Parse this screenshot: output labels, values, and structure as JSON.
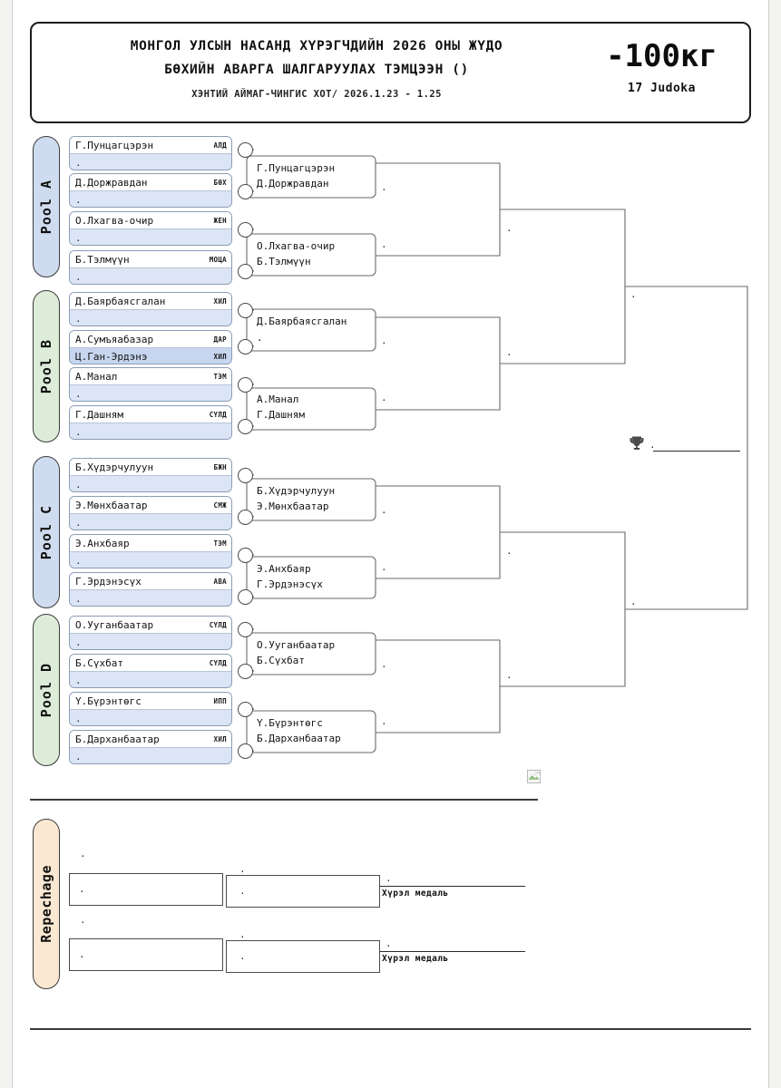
{
  "header": {
    "title_line1": "МОНГОЛ УЛСЫН НАСАНД ХҮРЭГЧДИЙН 2026 ОНЫ ЖҮДО",
    "title_line2": "БӨХИЙН АВАРГА ШАЛГАРУУЛАХ ТЭМЦЭЭН ()",
    "subtitle": "ХЭНТИЙ АЙМАГ-ЧИНГИС ХОТ/ 2026.1.23 - 1.25",
    "weight_class": "-100кг",
    "judoka_count": "17 Judoka"
  },
  "placeholder_dot": ".",
  "pools": [
    {
      "label": "Pool A",
      "color": "#cfdcf0",
      "slots": [
        {
          "name": "Г.Пунцагцэрэн",
          "tag": "АЛД",
          "result": "."
        },
        {
          "name": "Д.Доржравдан",
          "tag": "БӨХ",
          "result": "."
        },
        {
          "name": "О.Лхагва-очир",
          "tag": "ЖЕН",
          "result": "."
        },
        {
          "name": "Б.Тэлмүүн",
          "tag": "МОЦА",
          "result": "."
        }
      ]
    },
    {
      "label": "Pool B",
      "color": "#dcecd9",
      "slots": [
        {
          "name": "Д.Баярбаясгалан",
          "tag": "ХИЛ",
          "result": "."
        },
        {
          "name": "А.Сумъяабазар",
          "tag": "ДАР",
          "name2": "Ц.Ган-Эрдэнэ",
          "tag2": "ХИЛ"
        },
        {
          "name": "А.Манал",
          "tag": "ТЭМ",
          "result": "."
        },
        {
          "name": "Г.Дашням",
          "tag": "СҮЛД",
          "result": "."
        }
      ]
    },
    {
      "label": "Pool C",
      "color": "#cfdcf0",
      "slots": [
        {
          "name": "Б.Хүдэрчулуун",
          "tag": "БЖН",
          "result": "."
        },
        {
          "name": "Э.Мөнхбаатар",
          "tag": "СМЖ",
          "result": "."
        },
        {
          "name": "Э.Анхбаяр",
          "tag": "ТЭМ",
          "result": "."
        },
        {
          "name": "Г.Эрдэнэсүх",
          "tag": "АВА",
          "result": "."
        }
      ]
    },
    {
      "label": "Pool D",
      "color": "#dcecd9",
      "slots": [
        {
          "name": "О.Ууганбаатар",
          "tag": "СҮЛД",
          "result": "."
        },
        {
          "name": "Б.Сүхбат",
          "tag": "СҮЛД",
          "result": "."
        },
        {
          "name": "Ү.Бүрэнтөгс",
          "tag": "ИПП",
          "result": "."
        },
        {
          "name": "Б.Дарханбаатар",
          "tag": "ХИЛ",
          "result": "."
        }
      ]
    }
  ],
  "round1": [
    {
      "top": "Г.Пунцагцэрэн",
      "bottom": "Д.Доржравдан"
    },
    {
      "top": "О.Лхагва-очир",
      "bottom": "Б.Тэлмүүн"
    },
    {
      "top": "Д.Баярбаясгалан",
      "bottom": "."
    },
    {
      "top": "А.Манал",
      "bottom": "Г.Дашням"
    },
    {
      "top": "Б.Хүдэрчулуун",
      "bottom": "Э.Мөнхбаатар"
    },
    {
      "top": "Э.Анхбаяр",
      "bottom": "Г.Эрдэнэсүх"
    },
    {
      "top": "О.Ууганбаатар",
      "bottom": "Б.Сүхбат"
    },
    {
      "top": "Ү.Бүрэнтөгс",
      "bottom": "Б.Дарханбаатар"
    }
  ],
  "quarterfinals": [
    ".",
    ".",
    ".",
    ".",
    ".",
    ".",
    ".",
    "."
  ],
  "semifinals": [
    ".",
    ".",
    ".",
    "."
  ],
  "final": [
    ".",
    "."
  ],
  "winner": {
    "result": ".",
    "icon": "trophy-icon"
  },
  "repechage": {
    "label": "Repechage",
    "color": "#fbe8d2",
    "rows": [
      {
        "entry_top": ".",
        "entry_bottom": ".",
        "mid_top": ".",
        "mid_bottom": ".",
        "result": ".",
        "medal_label": "Хүрэл медаль"
      },
      {
        "entry_top": ".",
        "entry_bottom": ".",
        "mid_top": ".",
        "mid_bottom": ".",
        "result": ".",
        "medal_label": "Хүрэл медаль"
      }
    ]
  }
}
